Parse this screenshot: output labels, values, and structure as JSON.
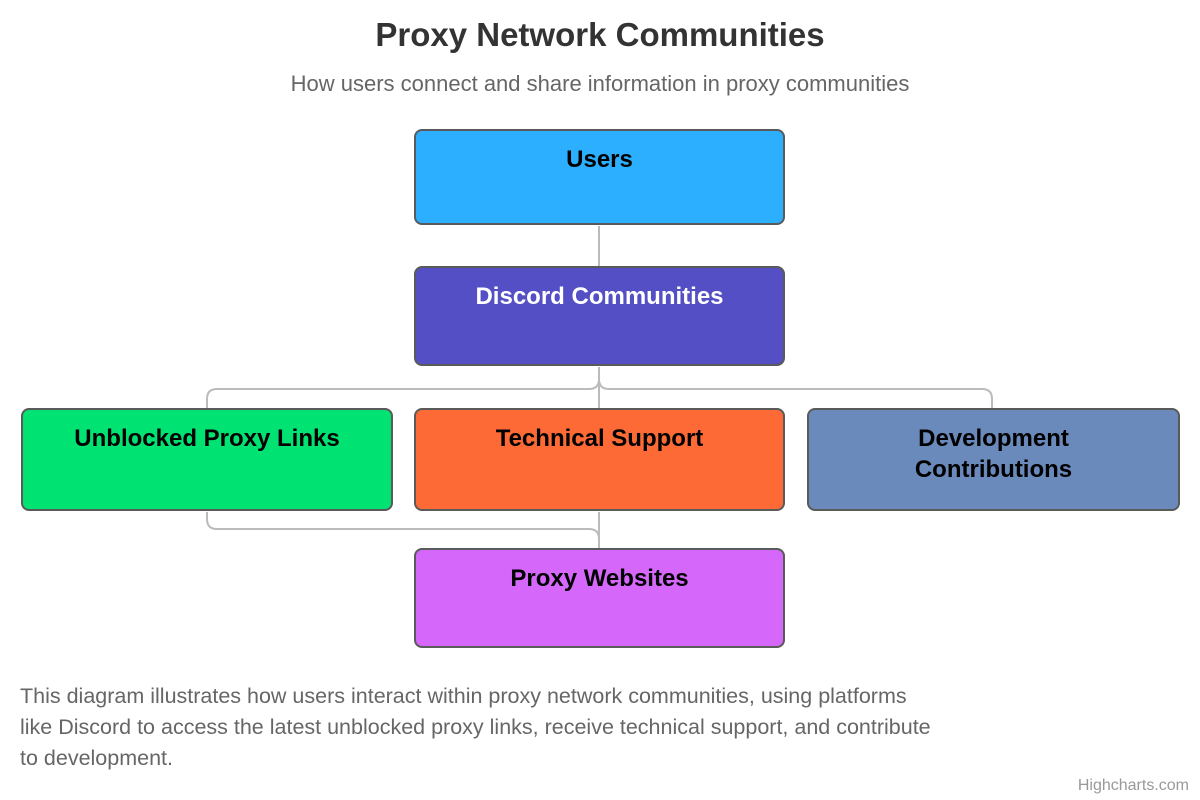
{
  "title": "Proxy Network Communities",
  "subtitle": "How users connect and share information in proxy communities",
  "diagram": {
    "type": "organization-flowchart",
    "nodes": [
      {
        "id": "users",
        "label": "Users",
        "color": "#2CAFFE",
        "text_color": "#000000",
        "level": 0
      },
      {
        "id": "discord-communities",
        "label": "Discord Communities",
        "color": "#544FC5",
        "text_color": "#FFFFFF",
        "level": 1
      },
      {
        "id": "unblocked-proxy-links",
        "label": "Unblocked Proxy Links",
        "color": "#00E272",
        "text_color": "#000000",
        "level": 2
      },
      {
        "id": "technical-support",
        "label": "Technical Support",
        "color": "#FE6A35",
        "text_color": "#000000",
        "level": 2
      },
      {
        "id": "development-contributions",
        "label": "Development\nContributions",
        "color": "#6B8ABC",
        "text_color": "#000000",
        "level": 2
      },
      {
        "id": "proxy-websites",
        "label": "Proxy Websites",
        "color": "#D568FB",
        "text_color": "#000000",
        "level": 3
      }
    ],
    "links": [
      {
        "from": "Users",
        "to": "Discord Communities"
      },
      {
        "from": "Discord Communities",
        "to": "Unblocked Proxy Links"
      },
      {
        "from": "Discord Communities",
        "to": "Technical Support"
      },
      {
        "from": "Discord Communities",
        "to": "Development Contributions"
      },
      {
        "from": "Unblocked Proxy Links",
        "to": "Proxy Websites"
      },
      {
        "from": "Technical Support",
        "to": "Proxy Websites"
      }
    ],
    "connector_color": "#BBBBBB",
    "border_color": "#5A5A5A"
  },
  "caption": {
    "lines": [
      "This diagram illustrates how users interact within proxy network communities, using platforms",
      "like Discord to access the latest unblocked proxy links, receive technical support, and contribute",
      "to development."
    ]
  },
  "credit": "Highcharts.com"
}
